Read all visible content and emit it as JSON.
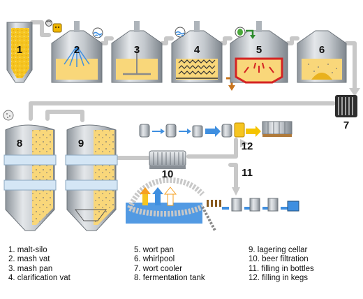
{
  "steps": [
    {
      "num": "1",
      "label": "malt-silo"
    },
    {
      "num": "2",
      "label": "mash vat"
    },
    {
      "num": "3",
      "label": "mash pan"
    },
    {
      "num": "4",
      "label": "clarification vat"
    },
    {
      "num": "5",
      "label": "wort pan"
    },
    {
      "num": "6",
      "label": "whirlpool"
    },
    {
      "num": "7",
      "label": "wort cooler"
    },
    {
      "num": "8",
      "label": "fermentation tank"
    },
    {
      "num": "9",
      "label": "lagering cellar"
    },
    {
      "num": "10",
      "label": "beer filtration"
    },
    {
      "num": "11",
      "label": "filling in bottles"
    },
    {
      "num": "12",
      "label": "filling in kegs"
    }
  ],
  "legend_items": [
    "1. malt-silo",
    "2. mash vat",
    "3. mash pan",
    "4. clarification vat",
    "5. wort pan",
    "6. whirlpool",
    "7. wort cooler",
    "8. fermentation tank",
    "9. lagering cellar",
    "10. beer filtration",
    "11. filling in bottles",
    "12. filling in kegs"
  ],
  "colors": {
    "pipe": "#c8c8c8",
    "vessel": "#b9bec4",
    "vessel_dark": "#7d848b",
    "malt": "#f6c521",
    "malt_light": "#fbe07a",
    "water": "#6aa3d9",
    "arrow_blue": "#3f8fe0",
    "arrow_yellow": "#f5c400",
    "heat_red": "#d42323",
    "drain_orange": "#c8741c",
    "band": "#d4e6f5"
  },
  "icons": [
    "malt-bag-icon",
    "water-icon",
    "water-icon",
    "hops-icon",
    "yeast-icon"
  ]
}
